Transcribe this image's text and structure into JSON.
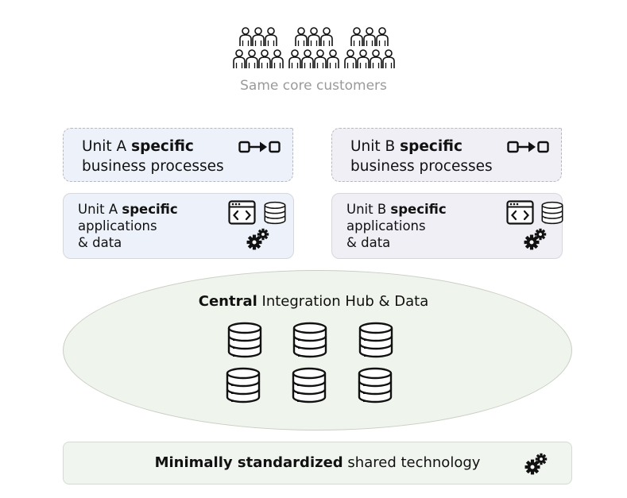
{
  "customers": {
    "label": "Same core customers"
  },
  "unit_a": {
    "bp_name": "Unit A",
    "bp_specific": "specific",
    "bp_rest": "business processes",
    "app_name": "Unit A",
    "app_specific": "specific",
    "app_line2": "applications",
    "app_line3": "& data"
  },
  "unit_b": {
    "bp_name": "Unit B",
    "bp_specific": "specific",
    "bp_rest": "business processes",
    "app_name": "Unit B",
    "app_specific": "specific",
    "app_line2": "applications",
    "app_line3": "& data"
  },
  "hub": {
    "bold": "Central",
    "rest": "Integration Hub & Data"
  },
  "tech": {
    "bold": "Minimally standardized",
    "rest": "shared technology"
  },
  "icons": [
    "people-crowd-icon",
    "process-flow-icon",
    "code-window-icon",
    "database-icon",
    "gears-icon"
  ],
  "colors": {
    "unit_a_bg": "#edf2fa",
    "unit_b_bg": "#f1eff6",
    "hub_bg": "#eff5ec",
    "tech_bg": "#f0f5ef",
    "label_gray": "#9a9a9a"
  }
}
